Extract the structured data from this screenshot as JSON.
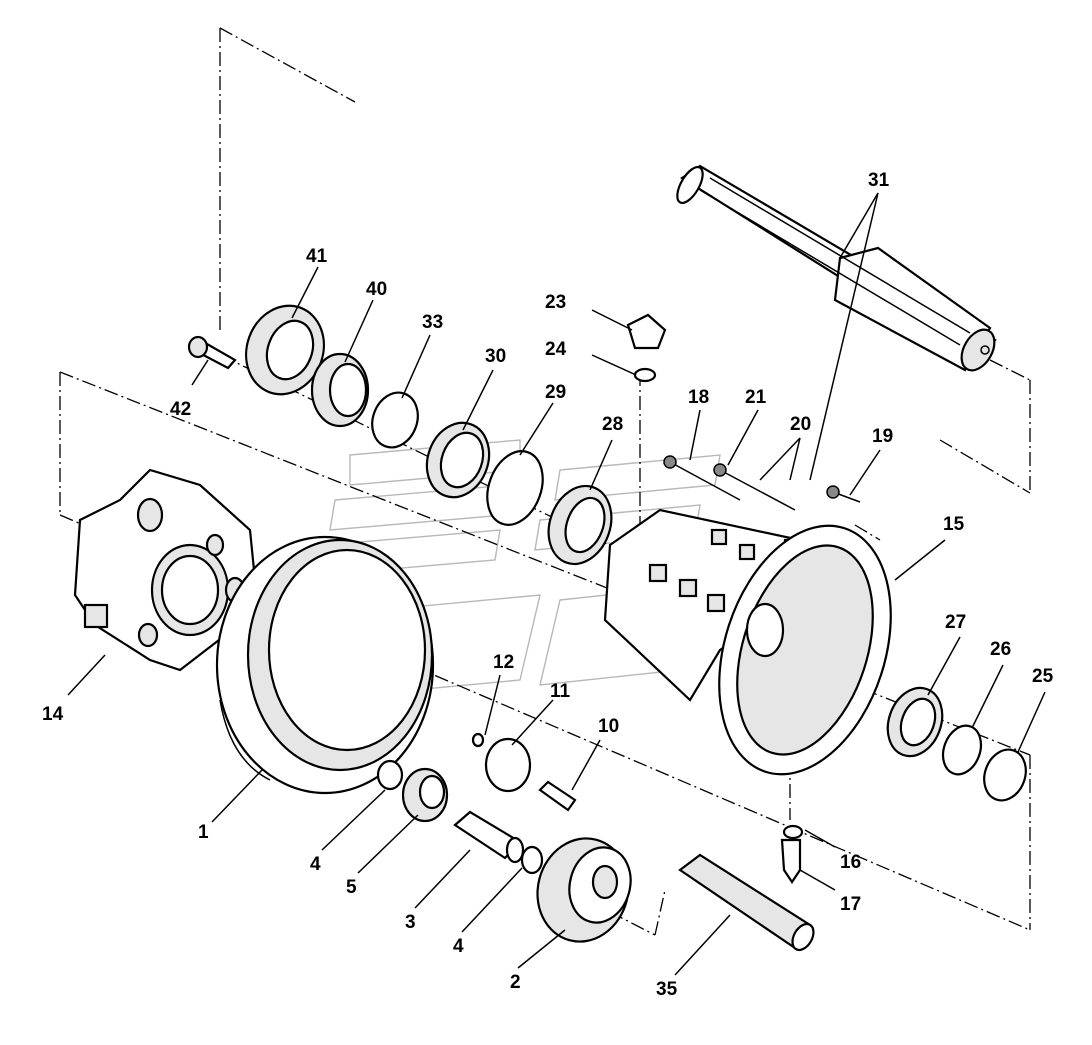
{
  "labels": {
    "l1": "1",
    "l2": "2",
    "l3": "3",
    "l4a": "4",
    "l4b": "4",
    "l5": "5",
    "l10": "10",
    "l11": "11",
    "l12": "12",
    "l14": "14",
    "l15": "15",
    "l16": "16",
    "l17": "17",
    "l18": "18",
    "l19": "19",
    "l20": "20",
    "l21": "21",
    "l23": "23",
    "l24": "24",
    "l25": "25",
    "l26": "26",
    "l27": "27",
    "l28": "28",
    "l29": "29",
    "l30": "30",
    "l31": "31",
    "l33": "33",
    "l35": "35",
    "l40": "40",
    "l41": "41",
    "l42": "42"
  }
}
